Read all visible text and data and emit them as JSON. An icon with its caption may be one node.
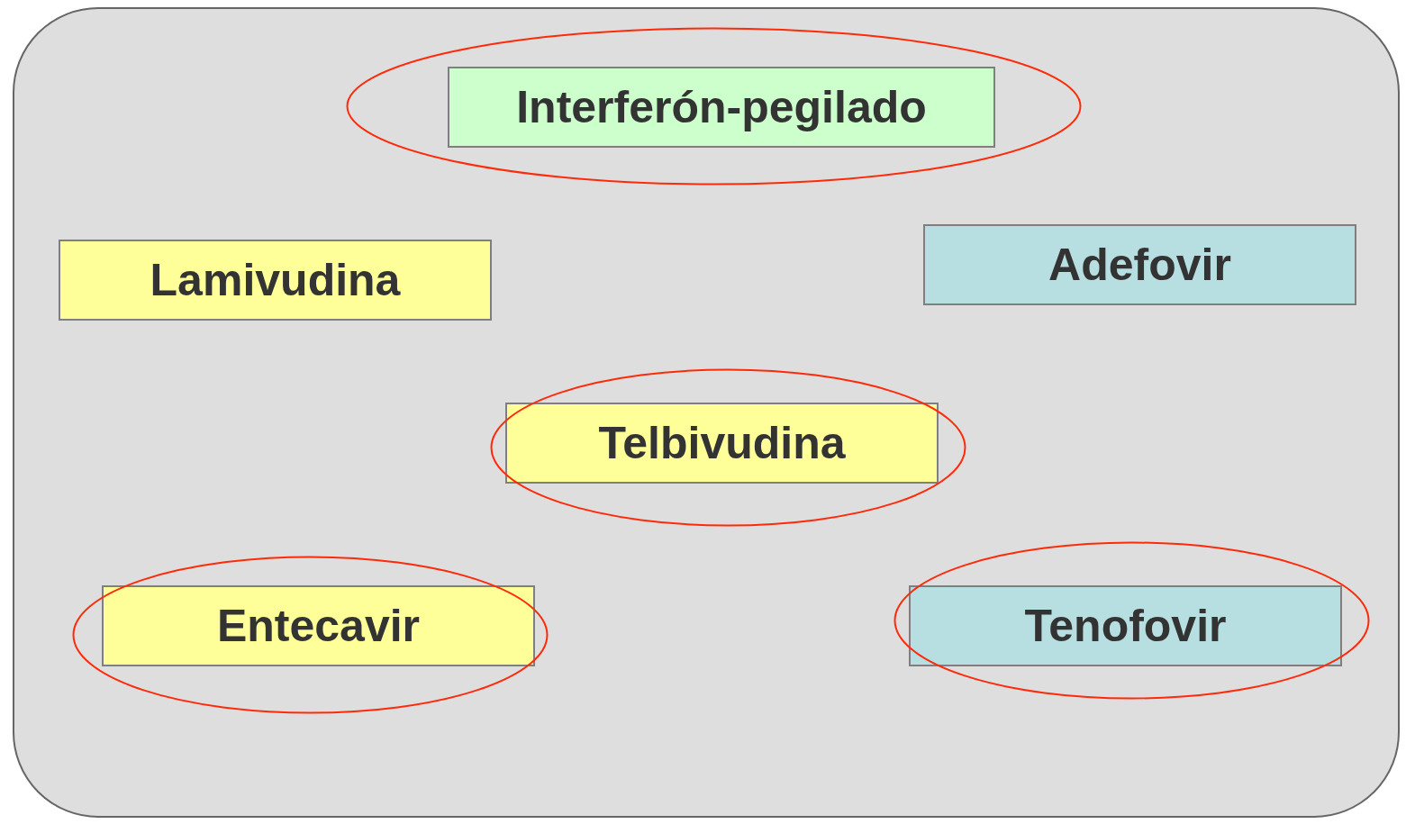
{
  "diagram": {
    "nodes": [
      {
        "text": [],
        "shape": "box"
      },
      {
        "text": [],
        "shape": "ellipse",
        "in": 0
      },
      {
        "text": [
          "Interferón-pegilado"
        ],
        "in": 1
      },
      {
        "text": [
          "Adefovir"
        ],
        "in": 0
      },
      {
        "text": [
          "Lamivudina"
        ],
        "in": 0
      },
      {
        "text": [],
        "shape": "ellipse",
        "in": 0
      },
      {
        "text": [
          "Telbivudina"
        ],
        "in": 5
      },
      {
        "text": [],
        "shape": "ellipse",
        "in": 0
      },
      {
        "text": [],
        "shape": "ellipse",
        "in": 0
      },
      {
        "text": [
          "Entecavir"
        ],
        "in": 8
      },
      {
        "text": [
          "Tenofovir"
        ],
        "in": 7
      }
    ]
  }
}
